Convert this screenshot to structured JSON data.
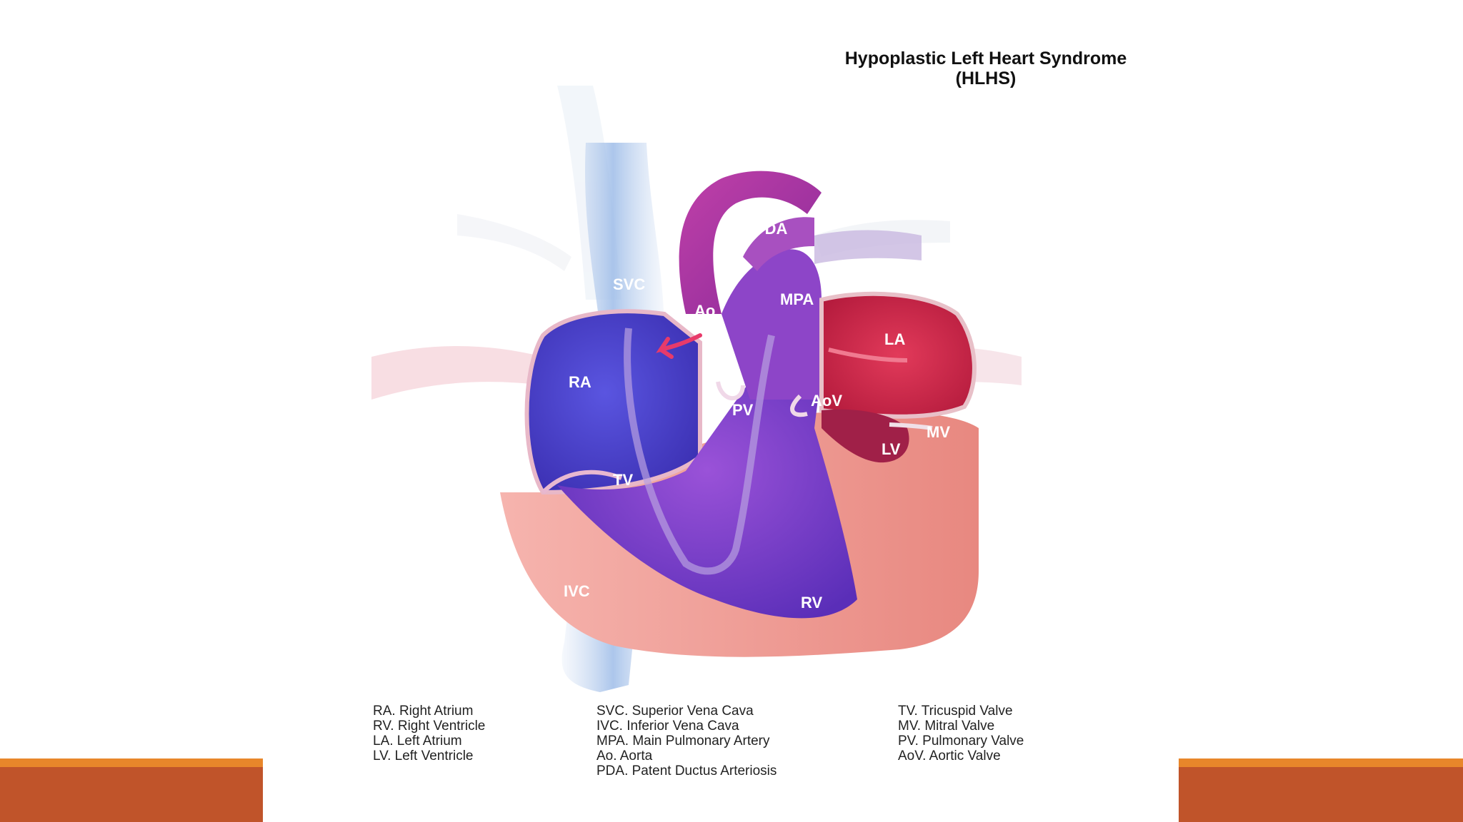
{
  "title": {
    "line1": "Hypoplastic Left Heart Syndrome",
    "line2": "(HLHS)"
  },
  "labels": {
    "pda": "PDA",
    "svc": "SVC",
    "ao": "Ao",
    "mpa": "MPA",
    "la": "LA",
    "ra": "RA",
    "pv": "PV",
    "aov": "AoV",
    "mv": "MV",
    "lv": "LV",
    "tv": "TV",
    "ivc": "IVC",
    "rv": "RV"
  },
  "legend": {
    "col1": [
      "RA. Right Atrium",
      "RV. Right Ventricle",
      "LA. Left Atrium",
      "LV. Left Ventricle"
    ],
    "col2": [
      "SVC. Superior Vena Cava",
      "IVC. Inferior Vena Cava",
      "MPA. Main Pulmonary Artery",
      "Ao. Aorta",
      "PDA. Patent Ductus Arteriosis"
    ],
    "col3": [
      "TV. Tricuspid Valve",
      "MV. Mitral Valve",
      "PV. Pulmonary Valve",
      "AoV.  Aortic Valve"
    ]
  },
  "colors": {
    "accent_orange": "#E8862A",
    "accent_rust": "#C0542A",
    "deoxygenated_blue": "#4A3FC8",
    "mixed_purple": "#8A3FC0",
    "oxygenated_red": "#D8284A",
    "muscle_pink": "#F0A09A"
  }
}
